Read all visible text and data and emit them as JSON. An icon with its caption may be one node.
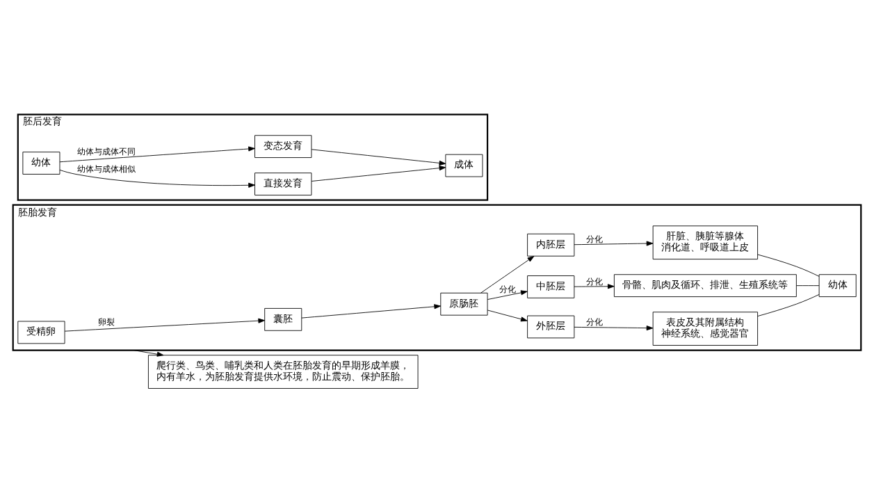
{
  "diagram": {
    "nodes": [
      {
        "text": [
          "胚胎发育"
        ]
      },
      {
        "text": [
          "受精卵"
        ],
        "in": 0
      },
      {
        "text": [
          "囊胚"
        ],
        "in": 0
      },
      {
        "text": [
          "原肠胚"
        ],
        "in": 0
      },
      {
        "text": [
          "外胚层"
        ],
        "in": 0
      },
      {
        "text": [
          "中胚层"
        ],
        "in": 0
      },
      {
        "text": [
          "内胚层"
        ],
        "in": 0
      },
      {
        "text": [
          "表皮及其附属结构",
          "神经系统、感觉器官"
        ],
        "in": 0
      },
      {
        "text": [
          "骨骼、肌肉及循环、排泄、生殖系统等"
        ],
        "in": 0
      },
      {
        "text": [
          "肝脏、胰脏等腺体",
          "消化道、呼吸道上皮"
        ],
        "in": 0
      },
      {
        "text": [
          "幼体"
        ],
        "in": 0
      },
      {
        "text": [
          "爬行类、鸟类、哺乳类和人类在胚胎发育的早期形成羊膜，内有羊水，为胚胎发育提供水环境，防止震动、保护胚胎。"
        ]
      },
      {
        "text": [
          "胚后发育"
        ]
      },
      {
        "text": [
          "幼体"
        ],
        "in": 12
      },
      {
        "text": [
          "直接发育"
        ],
        "in": 12
      },
      {
        "text": [
          "变态发育"
        ],
        "in": 12
      },
      {
        "text": [
          "成体"
        ],
        "in": 12
      }
    ],
    "edges": [
      {
        "from": 1,
        "to": 2,
        "arrow": "to",
        "label": "卵裂"
      },
      {
        "from": 2,
        "to": 3,
        "arrow": "to"
      },
      {
        "from": 3,
        "to": 4,
        "arrow": "to"
      },
      {
        "from": 3,
        "to": 5,
        "arrow": "to",
        "label": "分化"
      },
      {
        "from": 3,
        "to": 6,
        "arrow": "to"
      },
      {
        "from": 4,
        "to": 7,
        "arrow": "to",
        "label": "分化"
      },
      {
        "from": 5,
        "to": 8,
        "arrow": "to",
        "label": "分化"
      },
      {
        "from": 6,
        "to": 9,
        "arrow": "to",
        "label": "分化"
      },
      {
        "from": 7,
        "to": 10,
        "arrow": "none"
      },
      {
        "from": 8,
        "to": 10,
        "arrow": "none"
      },
      {
        "from": 9,
        "to": 10,
        "arrow": "none"
      },
      {
        "from": 0,
        "to": 11,
        "arrow": "to"
      },
      {
        "from": 13,
        "to": 14,
        "arrow": "to",
        "label": "幼体与成体相似"
      },
      {
        "from": 13,
        "to": 15,
        "arrow": "to",
        "label": "幼体与成体不同"
      },
      {
        "from": 14,
        "to": 16,
        "arrow": "to"
      },
      {
        "from": 15,
        "to": 16,
        "arrow": "to"
      }
    ]
  }
}
